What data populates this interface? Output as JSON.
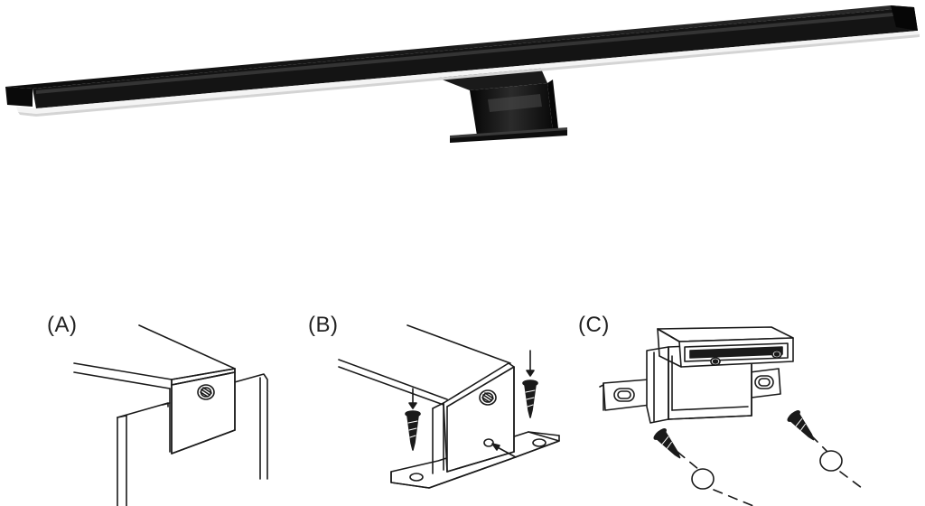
{
  "panels": [
    {
      "label": "(A)"
    },
    {
      "label": "(B)"
    },
    {
      "label": "(C)"
    }
  ],
  "colors": {
    "lamp_body": "#111111",
    "lamp_highlight": "#3a3a3a",
    "lamp_light_strip": "#f4f4f4",
    "line_art": "#1a1a1a",
    "background": "#ffffff"
  },
  "icons": [
    "lamp-bar",
    "mounting-bracket",
    "screw-icon",
    "set-screw-icon",
    "arrow-icon",
    "wall-plug-icon",
    "mirror-edge"
  ]
}
